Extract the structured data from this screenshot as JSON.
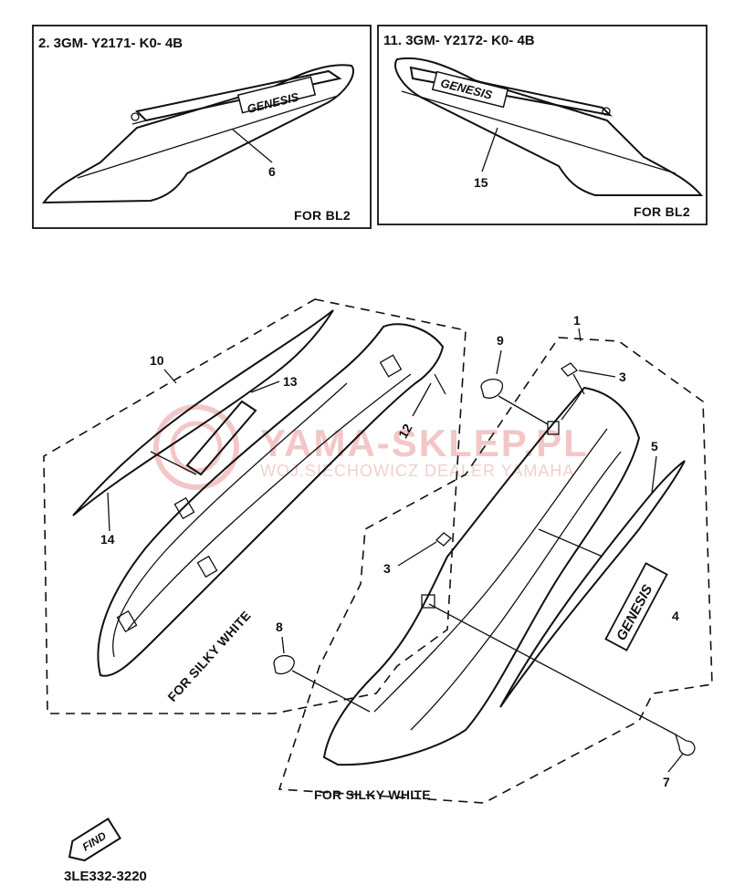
{
  "inset_left": {
    "part_code": "2. 3GM- Y2171- K0- 4B",
    "callout": "6",
    "note": "FOR BL2",
    "logo": "GENESIS"
  },
  "inset_right": {
    "part_code": "11. 3GM- Y2172- K0- 4B",
    "callout": "15",
    "note": "FOR BL2",
    "logo": "GENESIS"
  },
  "left_group": {
    "note": "FOR SILKY WHITE",
    "callouts": [
      "10",
      "13",
      "12",
      "14"
    ]
  },
  "right_group": {
    "note": "FOR SILKY WHITE",
    "callouts": [
      "1",
      "9",
      "3",
      "5",
      "3",
      "4",
      "8",
      "7"
    ],
    "emblem": "GENESIS"
  },
  "watermark": {
    "title": "YAMA-SKLEP.PL",
    "subtitle": "WOJ.SIECHOWICZ DEALER YAMAHA"
  },
  "find_badge": "FIND",
  "diagram_code": "3LE332-3220"
}
